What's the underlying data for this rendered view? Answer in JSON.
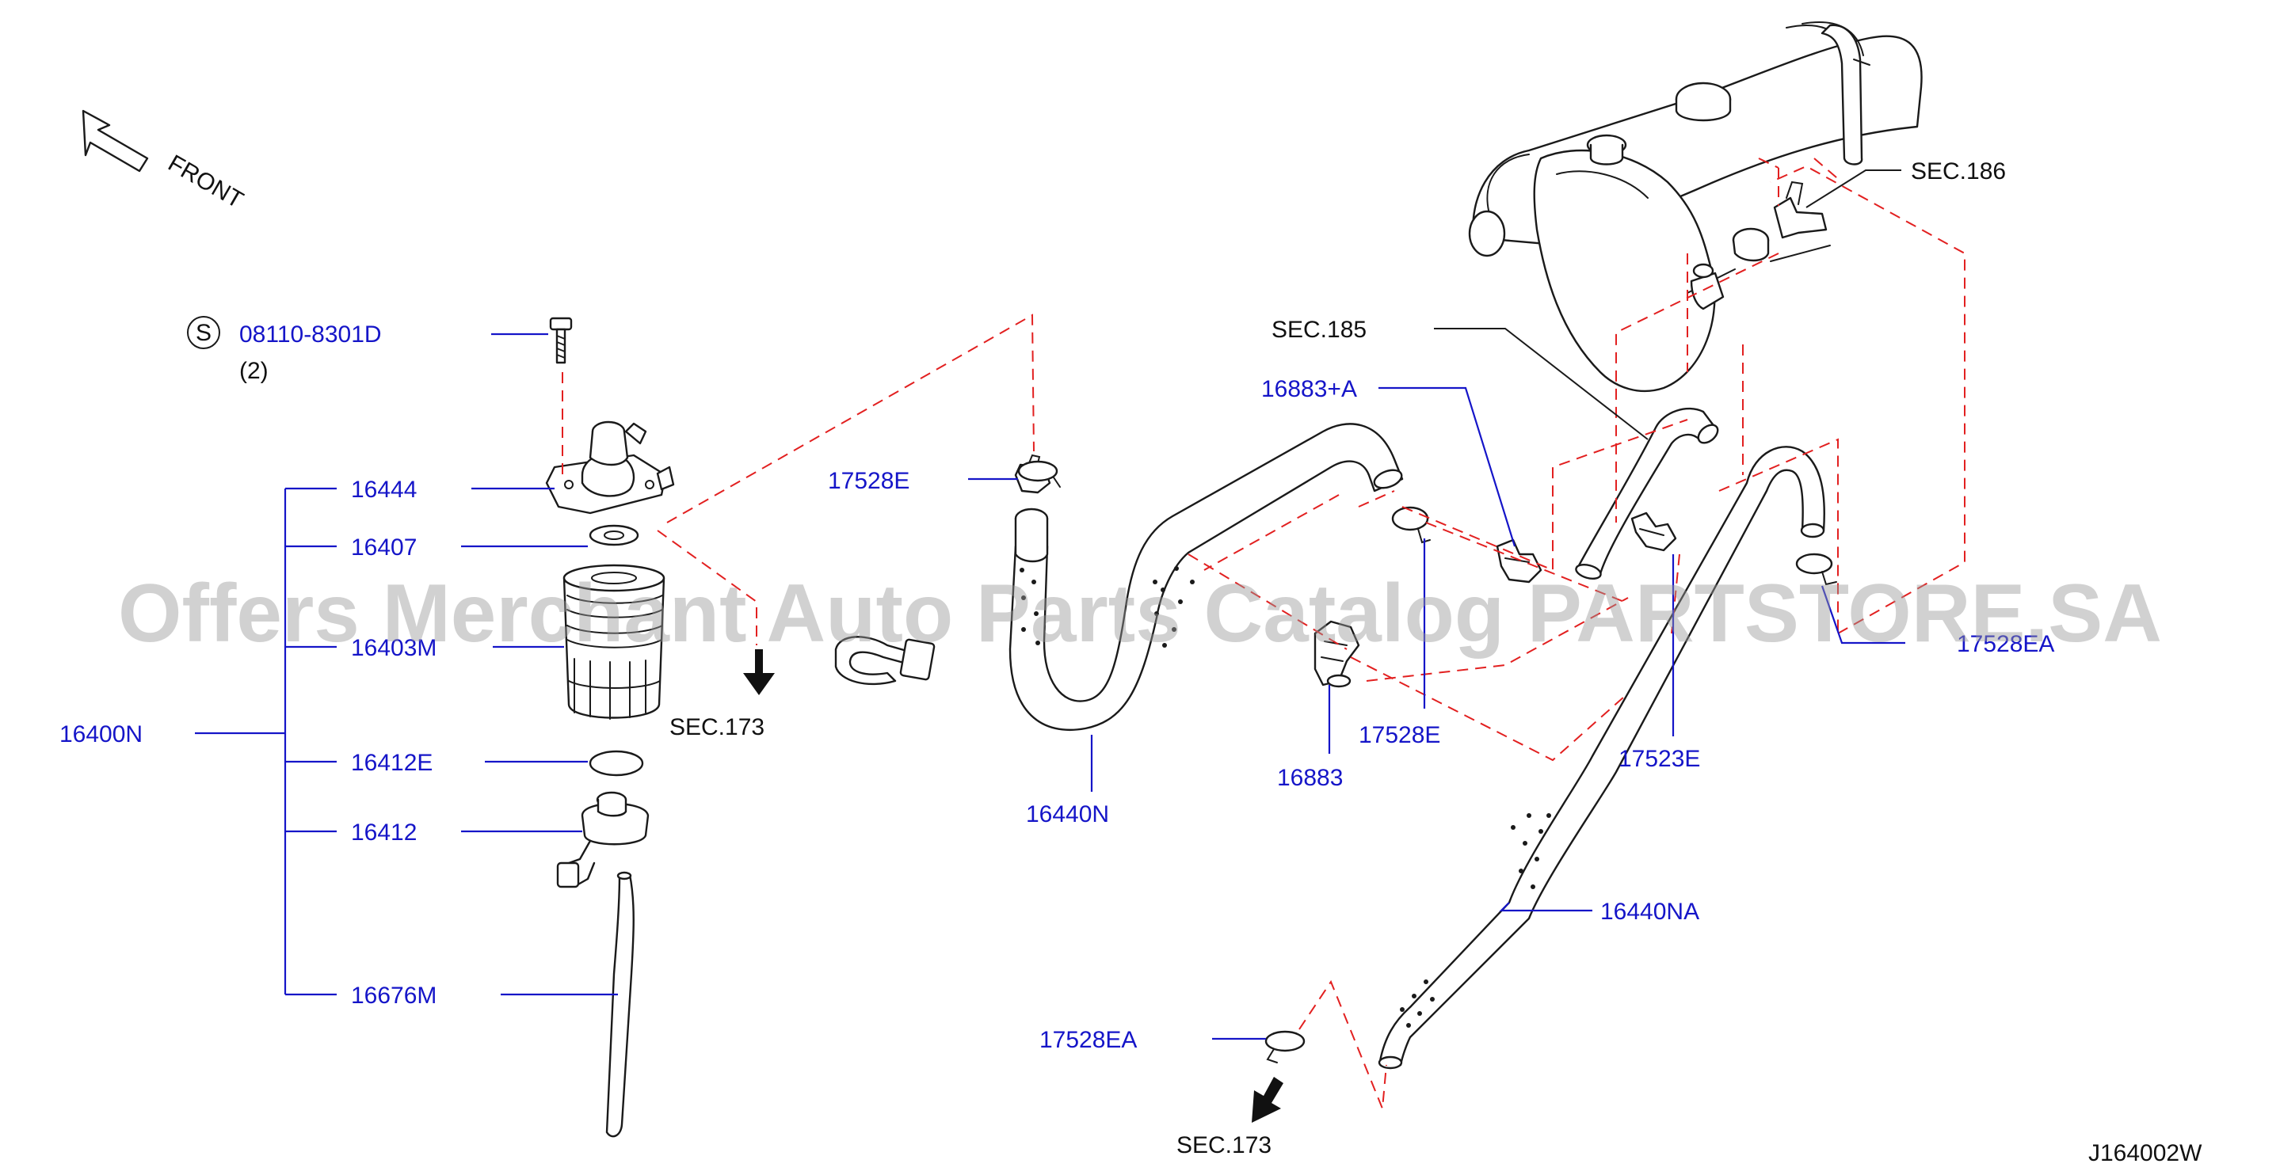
{
  "front_label": "FRONT",
  "diagram_code": "J164002W",
  "watermark": "Offers Merchant Auto Parts Catalog PARTSTORE.SA",
  "bolt": {
    "circle_letter": "S",
    "number": "08110-8301D",
    "qty": "(2)"
  },
  "parts": {
    "p16444": "16444",
    "p16407": "16407",
    "p16403M": "16403M",
    "p16400N": "16400N",
    "p16412E": "16412E",
    "p16412": "16412",
    "p16676M": "16676M",
    "p17528E_a": "17528E",
    "p16440N": "16440N",
    "p16883A": "16883+A",
    "p16883": "16883",
    "p17528E_b": "17528E",
    "p17523E": "17523E",
    "p17528EA_a": "17528EA",
    "p16440NA": "16440NA",
    "p17528EA_b": "17528EA"
  },
  "sections": {
    "sec173_a": "SEC.173",
    "sec173_b": "SEC.173",
    "sec185": "SEC.185",
    "sec186": "SEC.186"
  },
  "colors": {
    "callout": "#1515c8",
    "reference_line": "#e22020",
    "line_art": "#1a1a1a"
  }
}
